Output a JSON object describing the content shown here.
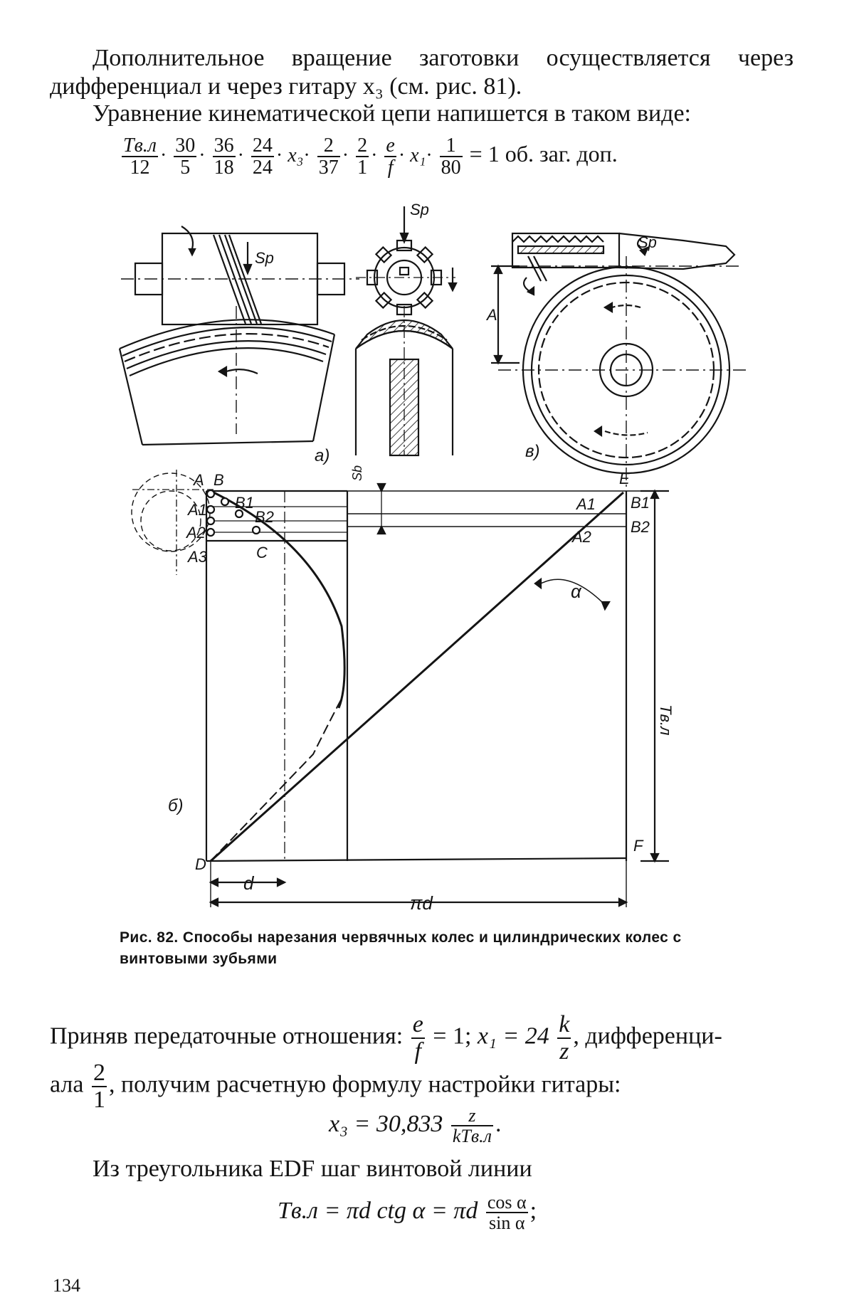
{
  "paragraphs": {
    "p1": "Дополнительное вращение заготовки осуществляется через дифференциал и через гитару x₃ (см. рис. 81).",
    "p2": "Уравнение кинематической цепи напишется в таком виде:"
  },
  "equation1": {
    "f1_num": "Tв.л",
    "f1_den": "12",
    "f2_num": "30",
    "f2_den": "5",
    "f3_num": "36",
    "f3_den": "18",
    "f4_num": "24",
    "f4_den": "24",
    "x3": "x₃",
    "f5_num": "2",
    "f5_den": "37",
    "f6_num": "2",
    "f6_den": "1",
    "f7_num": "e",
    "f7_den": "f",
    "x1": "x₁",
    "f8_num": "1",
    "f8_den": "80",
    "result": "= 1 об. заг. доп."
  },
  "figure": {
    "labels": {
      "sp_a": "Sp",
      "sp_top": "Sp",
      "sp_v": "Sp",
      "label_a": "а)",
      "label_b": "б)",
      "label_v": "в)",
      "A_dim": "A",
      "pt_A": "A",
      "pt_B": "B",
      "pt_A1": "A1",
      "pt_A2": "A2",
      "pt_A3": "A3",
      "pt_B1": "B1",
      "pt_B2": "B2",
      "pt_C": "C",
      "pt_D": "D",
      "pt_E": "E",
      "pt_F": "F",
      "pt_A1r": "A1",
      "pt_A2r": "A2",
      "pt_B1r": "B1",
      "pt_B2r": "B2",
      "alpha": "α",
      "sb": "Sb",
      "tvl": "Tв.л",
      "d": "d",
      "pid": "πd"
    }
  },
  "caption": "Рис. 82. Способы нарезания червячных колес и цилиндрических колес с винтовыми зубьями",
  "text2": {
    "line1_start": "Приняв передаточные отношения:",
    "ef_num": "e",
    "ef_den": "f",
    "eq1": "= 1;",
    "x1_eq": "x₁ = 24",
    "kz_num": "k",
    "kz_den": "z",
    "line1_end": ", дифференци-",
    "line2_start": "ала",
    "diff_num": "2",
    "diff_den": "1",
    "line2_end": ", получим расчетную формулу настройки гитары:",
    "x3_eq": "x₃ = 30,833",
    "x3_num": "z",
    "x3_den": "kTв.л",
    "x3_end": ".",
    "line4": "Из треугольника EDF шаг винтовой линии",
    "t_eq": "Tв.л = πd ctg α = πd",
    "cos_num": "cos α",
    "cos_den": "sin α",
    "t_end": ";"
  },
  "page_number": "134"
}
